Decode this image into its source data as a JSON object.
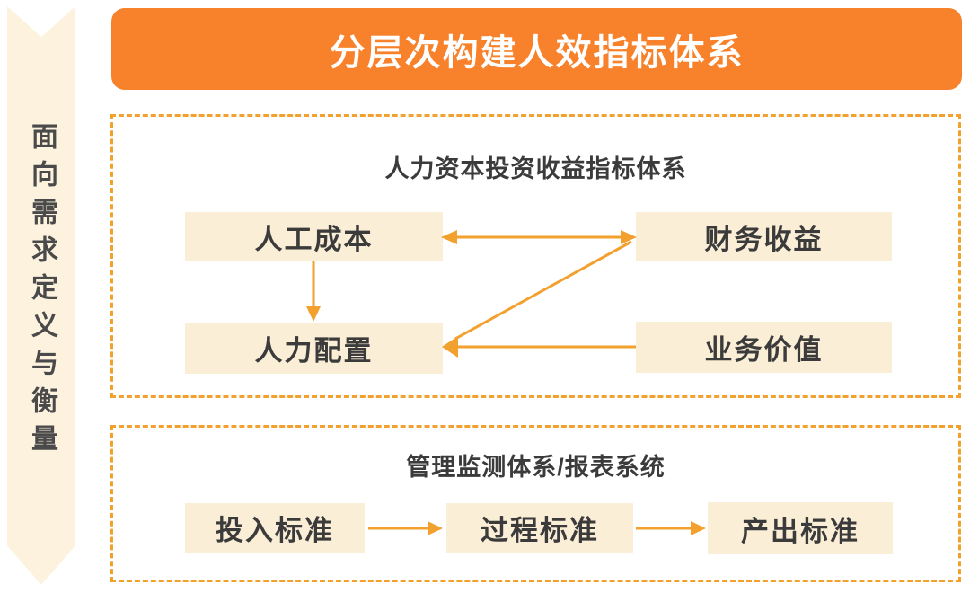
{
  "colors": {
    "header_orange": "#F8822B",
    "accent_amber": "#F2A02E",
    "node_fill": "#FBEED6",
    "ribbon_fill": "#FCF2DE",
    "text_dark": "#3B3B3B"
  },
  "ribbon": {
    "label": "面向需求定义与衡量"
  },
  "banner": {
    "title": "分层次构建人效指标体系"
  },
  "sections": [
    {
      "title": "人力资本投资收益指标体系",
      "nodes": [
        {
          "label": "人工成本"
        },
        {
          "label": "财务收益"
        },
        {
          "label": "人力配置"
        },
        {
          "label": "业务价值"
        }
      ],
      "edges": [
        {
          "from": "人工成本",
          "to": "财务收益",
          "type": "bidirectional"
        },
        {
          "from": "人工成本",
          "to": "人力配置",
          "type": "directed"
        },
        {
          "from": "财务收益",
          "to": "人力配置",
          "type": "directed"
        },
        {
          "from": "业务价值",
          "to": "人力配置",
          "type": "directed"
        }
      ]
    },
    {
      "title": "管理监测体系/报表系统",
      "nodes": [
        {
          "label": "投入标准"
        },
        {
          "label": "过程标准"
        },
        {
          "label": "产出标准"
        }
      ],
      "edges": [
        {
          "from": "投入标准",
          "to": "过程标准",
          "type": "directed"
        },
        {
          "from": "过程标准",
          "to": "产出标准",
          "type": "directed"
        }
      ]
    }
  ]
}
